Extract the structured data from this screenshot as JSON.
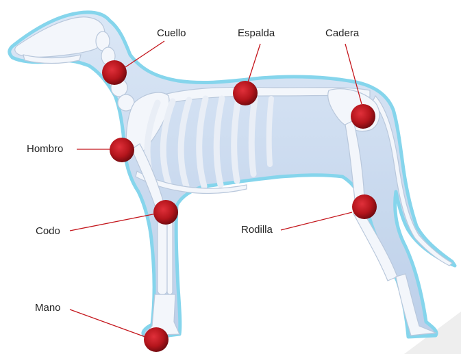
{
  "labels": {
    "cuello": "Cuello",
    "espalda": "Espalda",
    "cadera": "Cadera",
    "hombro": "Hombro",
    "codo": "Codo",
    "rodilla": "Rodilla",
    "mano": "Mano"
  },
  "colors": {
    "body_fill": "#c6d8ef",
    "body_outline": "#7fd3ec",
    "bone": "#f3f6fb",
    "bone_shade": "#b9c8dc",
    "joint": "#b4151c",
    "joint_dark": "#6e0a0f",
    "leader": "#c4161c"
  }
}
